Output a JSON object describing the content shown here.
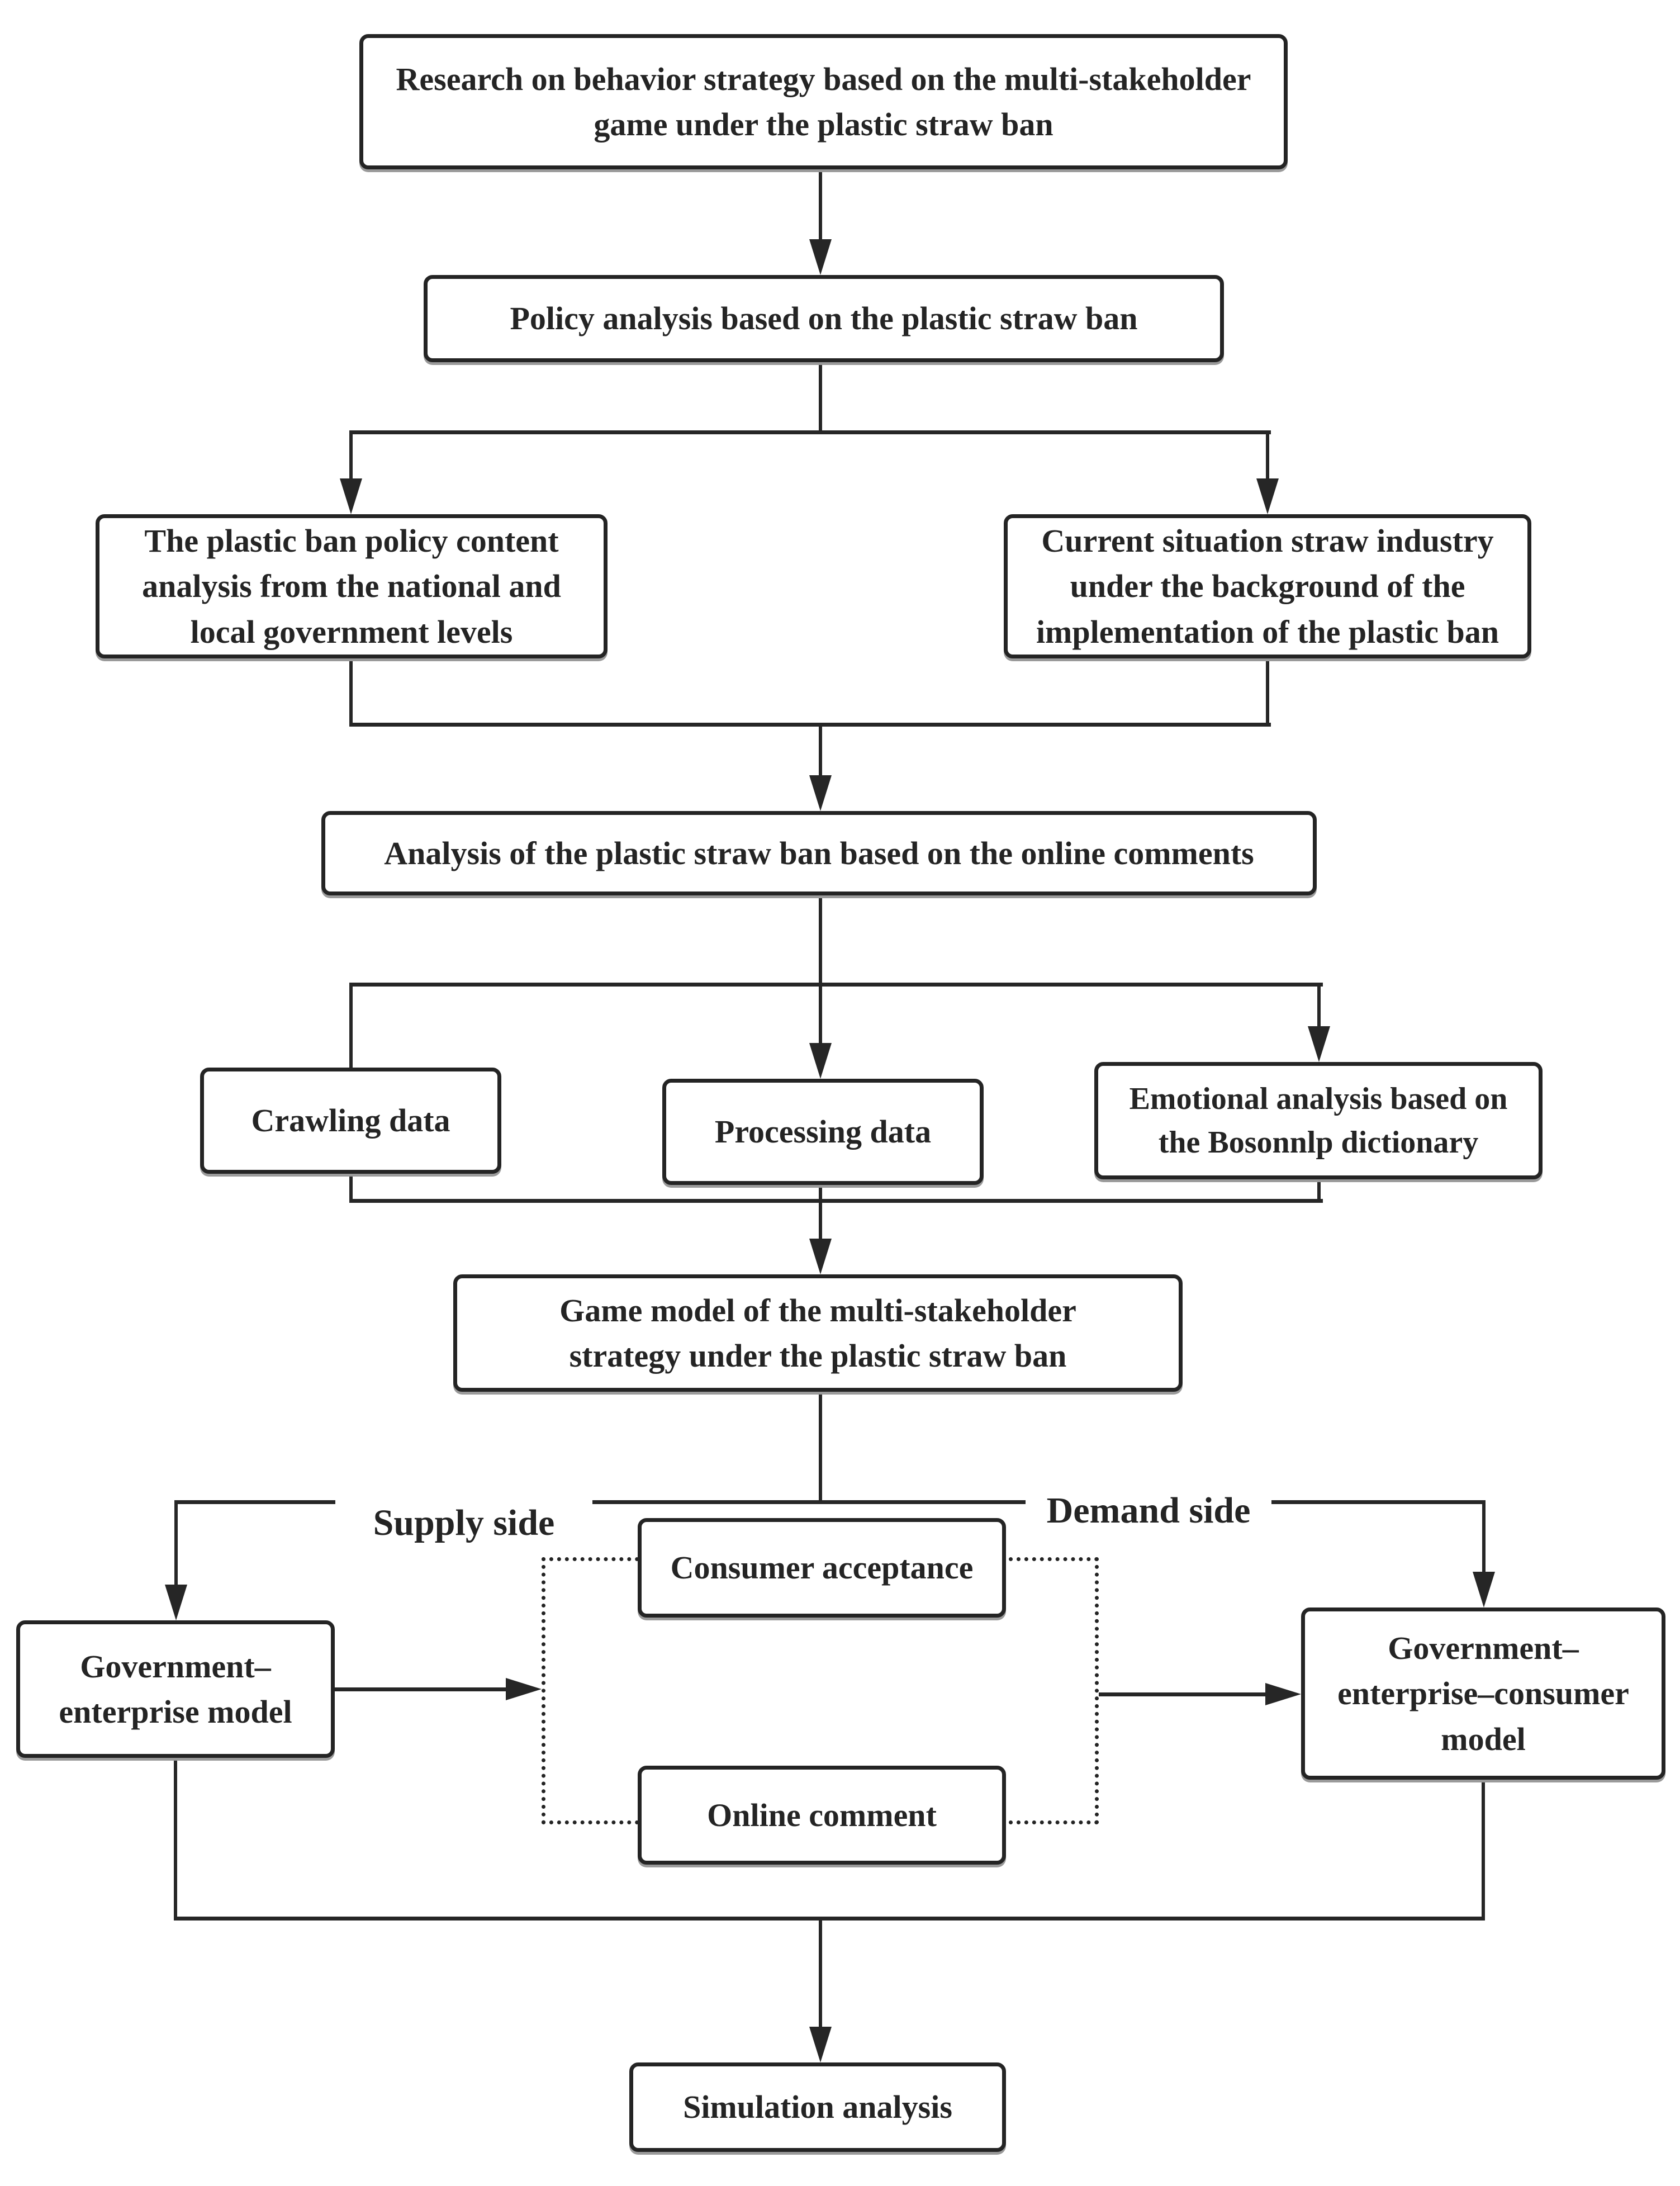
{
  "diagram": {
    "title": "Research flowchart: multi-stakeholder game under the plastic straw ban",
    "colors": {
      "line": "#262626",
      "text": "#242424",
      "background": "#ffffff"
    },
    "nodes": {
      "research": {
        "label": "Research on behavior strategy based on the multi-stakeholder game under the plastic straw ban"
      },
      "policy": {
        "label": "Policy analysis based on the plastic straw ban"
      },
      "content_analysis": {
        "label": "The plastic ban policy content analysis from the national and local government levels"
      },
      "current_situation": {
        "label": "Current situation straw industry under the background of the implementation of the plastic ban"
      },
      "online_comments_analysis": {
        "label": "Analysis of the plastic straw ban based on the online comments"
      },
      "crawling_data": {
        "label": "Crawling data"
      },
      "processing_data": {
        "label": "Processing data"
      },
      "emotional_analysis": {
        "label": "Emotional analysis based on the Bosonnlp dictionary"
      },
      "game_model": {
        "label": "Game model of the multi-stakeholder strategy under the plastic straw ban"
      },
      "government_enterprise_model": {
        "label": "Government–enterprise model"
      },
      "consumer_acceptance": {
        "label": "Consumer acceptance"
      },
      "online_comment": {
        "label": "Online comment"
      },
      "government_enterprise_consumer_model": {
        "label": "Government–enterprise–consumer model"
      },
      "simulation_analysis": {
        "label": "Simulation analysis"
      }
    },
    "labels": {
      "supply_side": "Supply side",
      "demand_side": "Demand side"
    }
  }
}
